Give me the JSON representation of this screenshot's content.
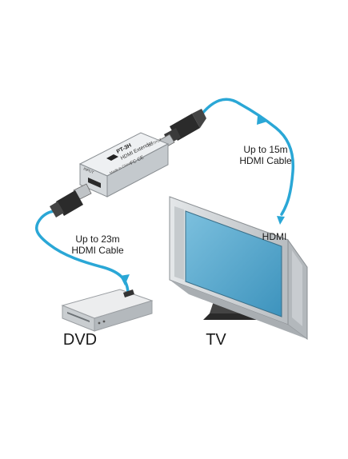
{
  "labels": {
    "cable_15m_line1": "Up to 15m",
    "cable_15m_line2": "HDMI Cable",
    "hdmi_port": "HDMI",
    "cable_23m_line1": "Up to 23m",
    "cable_23m_line2": "HDMI Cable",
    "source": "DVD",
    "display": "TV"
  },
  "device": {
    "model": "PT-3H",
    "name": "HDMI Extender",
    "input_label": "INPUT",
    "output_label": "OUTPUT",
    "made_in": "Made in China",
    "cert": "FC CE"
  },
  "colors": {
    "cable": "#2aa7d6",
    "tv_screen": "#55a9cf",
    "tv_bezel": "#cfd3d6",
    "device_body": "#e9ecee"
  }
}
